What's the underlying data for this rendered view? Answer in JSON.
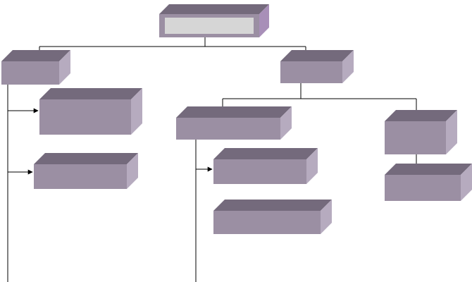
{
  "diagram": {
    "kind": "org-chart",
    "style": "3d-boxes",
    "colors": {
      "box_front": "#9B8FA3",
      "box_top": "#746A7C",
      "box_side": "#B6ABBF",
      "root_side": "#A88FB8",
      "root_label_fill": "#D6D6D6",
      "connector": "#000000",
      "background": "#FFFFFF"
    },
    "nodes": [
      {
        "id": "root",
        "label": ""
      },
      {
        "id": "left",
        "label": ""
      },
      {
        "id": "right",
        "label": ""
      },
      {
        "id": "l1",
        "label": ""
      },
      {
        "id": "l2",
        "label": ""
      },
      {
        "id": "r-mid",
        "label": ""
      },
      {
        "id": "rm1",
        "label": ""
      },
      {
        "id": "rm2",
        "label": ""
      },
      {
        "id": "r-far",
        "label": ""
      },
      {
        "id": "rf1",
        "label": ""
      }
    ],
    "edges": [
      {
        "from": "root",
        "to": "left"
      },
      {
        "from": "root",
        "to": "right"
      },
      {
        "from": "left",
        "to": "l1"
      },
      {
        "from": "left",
        "to": "l2"
      },
      {
        "from": "right",
        "to": "r-mid"
      },
      {
        "from": "right",
        "to": "r-far"
      },
      {
        "from": "r-mid",
        "to": "rm1"
      },
      {
        "from": "r-mid",
        "to": "rm2"
      },
      {
        "from": "r-far",
        "to": "rf1"
      }
    ]
  }
}
